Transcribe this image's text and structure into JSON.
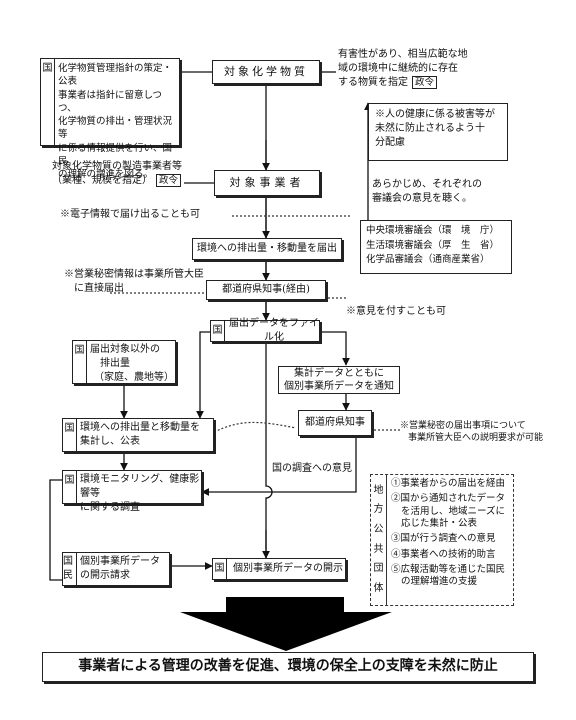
{
  "target": "対象化学物質",
  "target_note": {
    "lines": [
      "有害性があり、相当広範な地",
      "域の環境中に継続的に存在",
      "する物質を指定"
    ],
    "tag": "政令"
  },
  "health_note": [
    "※人の健康に係る被害等が",
    "未然に防止されるよう十",
    "分配慮"
  ],
  "advance_note": [
    "あらかじめ、それぞれの",
    "審議会の意見を聴く。"
  ],
  "councils": [
    "中央環境審議会（環　境　庁）",
    "生活環境審議会（厚　生　省）",
    "化学品審議会（通商産業省）"
  ],
  "govt_guideline": {
    "side": "国",
    "lines": [
      "化学物質管理指針の策定・公表",
      "事業者は指針に留意しつつ、",
      "化学物質の排出・管理状況等",
      "に係る情報提供を行い、国民",
      "の理解の増進を図る。"
    ]
  },
  "operator_def": {
    "lines": [
      "対象化学物質の製造事業者等",
      "（業種、規模を指定）"
    ],
    "tag": "政令"
  },
  "operators": "対象事業者",
  "electronic_note": "※電子情報で届け出ることも可",
  "report": "環境への排出量・移動量を届出",
  "trade_secret_note": [
    "※営業秘密情報は事業所管大臣",
    "に直接届出"
  ],
  "prefecture_via": "都道府県知事(経由)",
  "opinion_note": "※意見を付すことも可",
  "file_box": {
    "side": "国",
    "text": "届出データをファイル化"
  },
  "non_reported": {
    "side": "国",
    "lines": [
      "届出対象以外の",
      "排出量",
      "（家庭、農地等）"
    ]
  },
  "notify_box": [
    "集計データとともに",
    "個別事業所データを通知"
  ],
  "prefecture": "都道府県知事",
  "aggregate": {
    "side": "国",
    "lines": [
      "環境への排出量と移動量を",
      "集計し、公表"
    ]
  },
  "secret_note": [
    "※営業秘密の届出事項について",
    "事業所管大臣への説明要求が可能"
  ],
  "monitoring": {
    "side": "国",
    "lines": [
      "環境モニタリング、健康影響等",
      "に関する調査"
    ]
  },
  "survey_opinion": "国の調査への意見",
  "local_gov": {
    "side": [
      "地",
      "方",
      "公",
      "共",
      "団",
      "体"
    ],
    "items": [
      [
        "①事業者からの届出を経由"
      ],
      [
        "②国から通知されたデータ",
        "を活用し、地域ニーズに",
        "応じた集計・公表"
      ],
      [
        "③国が行う調査への意見"
      ],
      [
        "④事業者への技術的助言"
      ],
      [
        "⑤広報活動等を通じた国民",
        "の理解増進の支援"
      ]
    ]
  },
  "request": {
    "side": [
      "国",
      "民"
    ],
    "lines": [
      "個別事業所データ",
      "の開示請求"
    ]
  },
  "disclosure": {
    "side": "国",
    "text": "個別事業所データの開示"
  },
  "conclusion": "事業者による管理の改善を促進、環境の保全上の支障を未然に防止"
}
